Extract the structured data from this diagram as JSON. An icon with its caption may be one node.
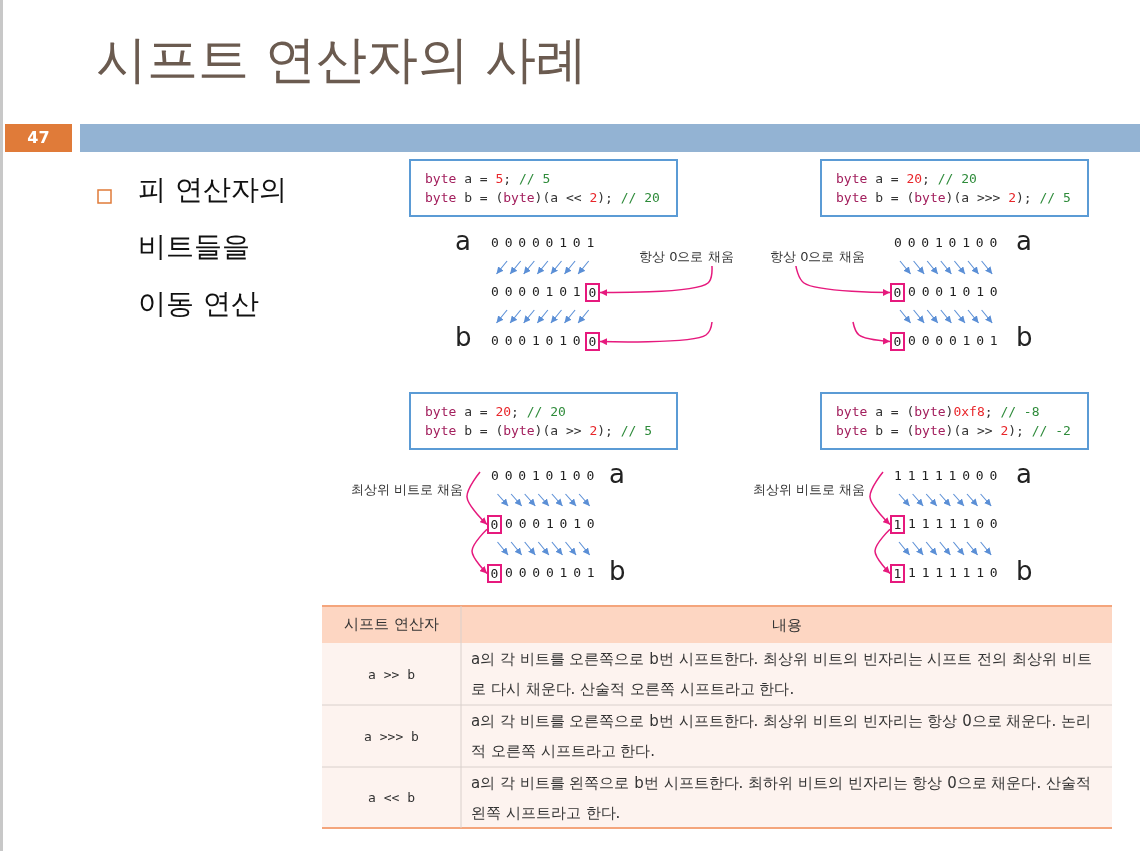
{
  "diagram": {
    "title": "시프트 연산자의 사례",
    "nodes": [
      {
        "text": [
          "byte a = 5; // 5",
          "byte b = (byte)(a << 2); // 20"
        ]
      },
      {
        "text": [
          "항상 0으로 채움"
        ]
      },
      {
        "text": [
          "0"
        ]
      },
      {
        "text": [
          "0"
        ]
      },
      {
        "text": [
          "byte a = 20; // 20",
          "byte b = (byte)(a >>> 2); // 5"
        ]
      },
      {
        "text": [
          "항상 0으로 채움"
        ]
      },
      {
        "text": [
          "0"
        ]
      },
      {
        "text": [
          "0"
        ]
      },
      {
        "text": [
          "byte a = 20; // 20",
          "byte b = (byte)(a >> 2); // 5"
        ]
      },
      {
        "text": [
          "0"
        ]
      },
      {
        "text": [
          "0"
        ]
      },
      {
        "text": [
          "byte a = (byte)0xf8; // -8",
          "byte b = (byte)(a >> 2); // -2"
        ]
      },
      {
        "text": [
          "1"
        ]
      },
      {
        "text": [
          "1"
        ]
      }
    ],
    "edges": [
      {
        "from": 1,
        "to": 2,
        "arrow": "to"
      },
      {
        "from": null,
        "to": 3,
        "arrow": "to"
      },
      {
        "from": 5,
        "to": 6,
        "arrow": "to"
      },
      {
        "from": null,
        "to": 7,
        "arrow": "to"
      },
      {
        "from": null,
        "to": 9,
        "arrow": "to"
      },
      {
        "from": 9,
        "to": 10,
        "arrow": "to"
      },
      {
        "from": null,
        "to": 12,
        "arrow": "to"
      },
      {
        "from": 12,
        "to": 13,
        "arrow": "to"
      }
    ],
    "labels": [
      "47",
      "피 연산자의 비트들을 이동 연산",
      "a",
      "00000101",
      "0000101",
      "b",
      "0001010",
      "00010100",
      "a",
      "0001010",
      "b",
      "0000101",
      "최상위 비트로 채움",
      "00010100",
      "a",
      "0001010",
      "b",
      "0000101",
      "최상위 비트로 채움",
      "11111000",
      "a",
      "1111100",
      "b",
      "1111110",
      "시프트 연산자",
      "내용",
      "a >> b",
      "a의 각 비트를 오른쪽으로 b번 시프트한다. 최상위 비트의 빈자리는 시프트 전의 최상위 비트로 다시 채운다. 산술적 오른쪽 시프트라고 한다.",
      "a >>> b",
      "a의 각 비트를 오른쪽으로 b번 시프트한다. 최상위 비트의 빈자리는 항상 0으로 채운다. 논리적 오른쪽 시프트라고 한다.",
      "a << b",
      "a의 각 비트를 왼쪽으로 b번 시프트한다. 최하위 비트의 빈자리는 항상 0으로 채운다. 산술적 왼쪽 시프트라고 한다."
    ]
  }
}
